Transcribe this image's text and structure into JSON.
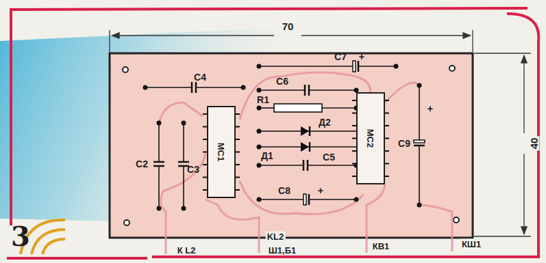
{
  "diagram": {
    "nodes": [
      {
        "text": [
          "MC1"
        ]
      },
      {
        "text": [
          "MC2"
        ]
      }
    ],
    "labels": [
      "70",
      "40",
      "C4",
      "C7",
      "+",
      "C6",
      "R1",
      "Д2",
      "Д1",
      "C5",
      "C8",
      "+",
      "C2",
      "C3",
      "C9",
      "+",
      "К L2",
      "KL2",
      "Ш1,Б1",
      "КВ1",
      "КШ1",
      "3"
    ]
  }
}
